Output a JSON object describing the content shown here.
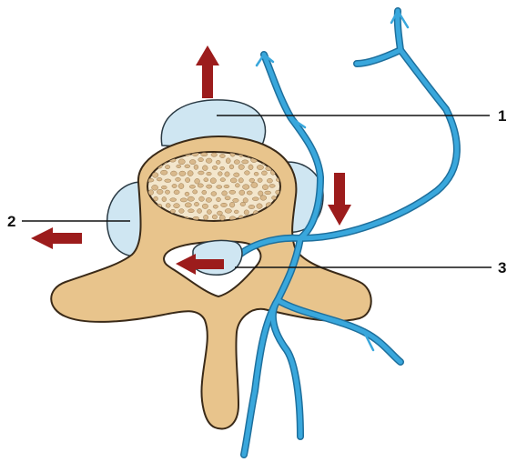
{
  "figure": {
    "labels": [
      {
        "id": "1",
        "text": "1"
      },
      {
        "id": "2",
        "text": "2"
      },
      {
        "id": "3",
        "text": "3"
      }
    ]
  },
  "colors": {
    "bone_fill": "#e8c48c",
    "bone_stroke": "#3a2a18",
    "body_fill": "#f3e6cc",
    "trabecula_fill": "#d9b98c",
    "hernia_fill": "#cfe6f2",
    "hernia_stroke": "#2a3a44",
    "nerve_fill": "#39a7dc",
    "nerve_stroke": "#1e6f9c",
    "arrow": "#9c1c1c",
    "leader": "#111111"
  },
  "icons": [
    "arrow-up-icon",
    "arrow-down-icon",
    "arrow-left-icon",
    "arrow-left-icon"
  ]
}
